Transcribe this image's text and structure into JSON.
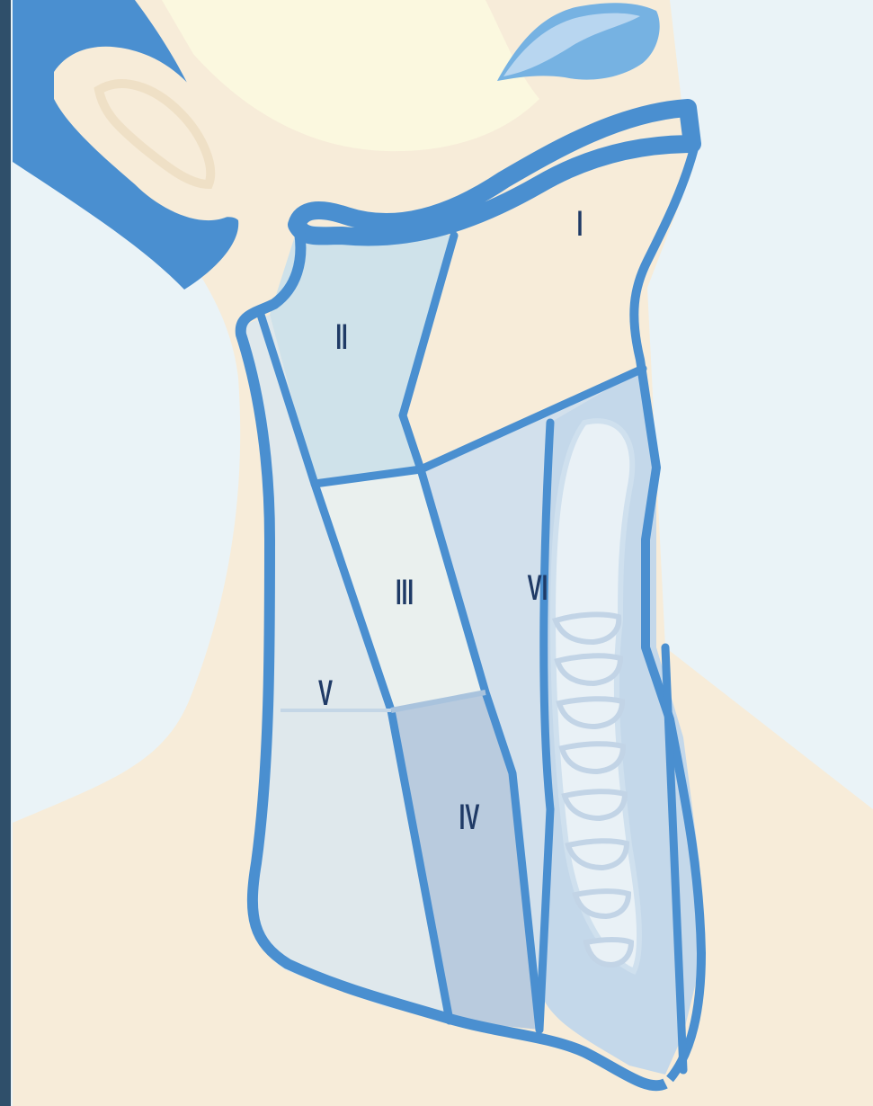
{
  "diagram": {
    "levels": [
      {
        "id": "level-i",
        "label": "I"
      },
      {
        "id": "level-ii",
        "label": "II"
      },
      {
        "id": "level-iii",
        "label": "III"
      },
      {
        "id": "level-iv",
        "label": "IV"
      },
      {
        "id": "level-v",
        "label": "V"
      },
      {
        "id": "level-vi",
        "label": "VI"
      }
    ]
  },
  "colors": {
    "skin": "#f7ecd9",
    "outline": "#4a8fd0",
    "label": "#1f3a66",
    "background": "#eaf3f7"
  }
}
